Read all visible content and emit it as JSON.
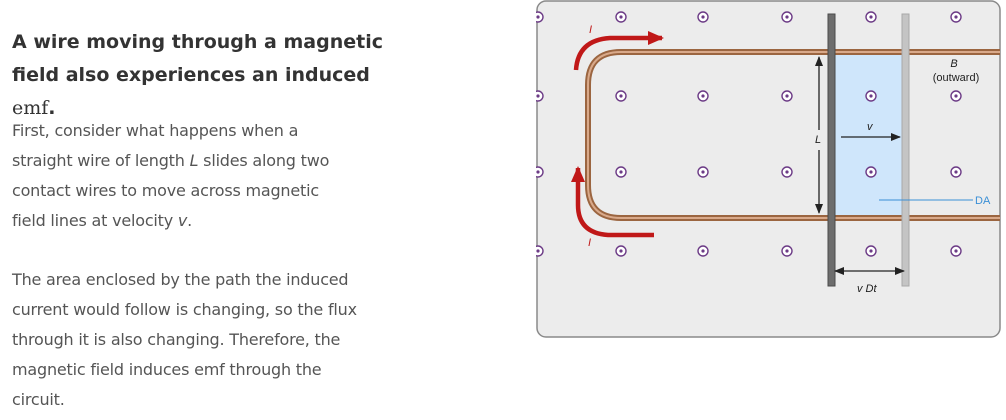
{
  "heading": {
    "text": "A wire moving through a magnetic field also experiences an induced ",
    "emf": "emf",
    "period": "."
  },
  "paragraphs": {
    "p1_a": "First, consider what happens when a straight wire of length ",
    "p1_L": "L",
    "p1_b": " slides along two contact wires to move across magnetic field lines at velocity ",
    "p1_v": "v",
    "p1_c": ".",
    "p2": "The area enclosed by the path the induced current would follow is changing, so the flux through it is also changing. Therefore, the magnetic field induces emf through the circuit."
  },
  "diagram": {
    "label_B": "B",
    "label_outward": "(outward)",
    "label_v": "v",
    "label_L": "L",
    "label_DA": "DA",
    "label_vDt": "v Dt",
    "label_I_top": "I",
    "label_I_bottom": "I",
    "colors": {
      "frame_border": "#8a8a8a",
      "frame_fill": "#ececec",
      "copper_wire": "#b07a50",
      "moving_rod": "#6d6d6d",
      "ghost_rod": "#c4c4c4",
      "area_fill": "#cfe6fb",
      "current_arrow": "#c01818",
      "field_dot": "#6c3b86",
      "da_line": "#3a8fd6"
    }
  }
}
